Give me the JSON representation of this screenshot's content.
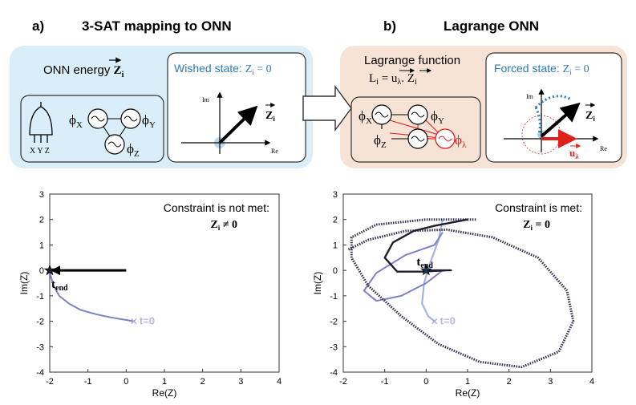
{
  "panels": {
    "a": {
      "letter": "a)",
      "title": "3-SAT mapping to ONN",
      "energy_label": "ONN energy ",
      "energy_symbol": "Z",
      "energy_sub": "i",
      "wished_label": "Wished state: ",
      "wished_eq": "Z",
      "wished_sub": "i",
      "wished_rhs": " = 0",
      "gate_inputs": "X Y Z",
      "phi_x": "ϕ",
      "phi_x_sub": "X",
      "phi_y": "ϕ",
      "phi_y_sub": "Y",
      "phi_z": "ϕ",
      "phi_z_sub": "Z",
      "phasor_im": "Im",
      "phasor_re": "Re",
      "phasor_z": "Z",
      "phasor_z_sub": "i"
    },
    "b": {
      "letter": "b)",
      "title": "Lagrange ONN",
      "lagrange_label": "Lagrange function",
      "lagrange_eq_l": "L",
      "lagrange_eq_l_sub": "i",
      "lagrange_eq_rest": " = ",
      "lagrange_u": "u",
      "lagrange_u_sub": "λ",
      "lagrange_dot": ". ",
      "lagrange_z": "Z",
      "lagrange_z_sub": "i",
      "forced_label": "Forced state: ",
      "forced_eq": "Z",
      "forced_sub": "i",
      "forced_rhs": " = 0",
      "phi_x": "ϕ",
      "phi_x_sub": "X",
      "phi_y": "ϕ",
      "phi_y_sub": "Y",
      "phi_z": "ϕ",
      "phi_z_sub": "Z",
      "phi_l": "ϕ",
      "phi_l_sub": "λ",
      "phasor_im": "Im",
      "phasor_re": "Re",
      "phasor_z": "Z",
      "phasor_z_sub": "i",
      "phasor_u": "u",
      "phasor_u_sub": "λ"
    }
  },
  "colors": {
    "panel_a_bg": "#d9eef8",
    "panel_b_bg": "#f6e3d5",
    "accent_blue": "#2a7ab8",
    "red": "#e0201b",
    "traj_light": "#a8aee8",
    "traj_mid": "#7c80c4",
    "traj_dark": "#2e2e4a"
  },
  "chart_data": [
    {
      "type": "line",
      "xlabel": "Re(Z)",
      "ylabel": "Im(Z)",
      "xlim": [
        -2,
        4
      ],
      "ylim": [
        -4,
        3
      ],
      "xticks": [
        "-2",
        "-1",
        "0",
        "1",
        "2",
        "3",
        "4"
      ],
      "yticks": [
        "3",
        "2",
        "1",
        "0",
        "-1",
        "-2",
        "-3",
        "-4"
      ],
      "annotation_line1": "Constraint is not met:",
      "annotation_line2_a": "Z",
      "annotation_line2_sub": "i",
      "annotation_line2_b": " ≠ 0",
      "t0_label": "t=0",
      "tend_label": "t",
      "tend_sub": "end",
      "series": [
        {
          "x": [
            0.2,
            0.0,
            -0.4,
            -0.8,
            -1.2,
            -1.5,
            -1.75,
            -1.9,
            -1.97,
            -2.0
          ],
          "y": [
            -2.0,
            -1.95,
            -1.85,
            -1.72,
            -1.55,
            -1.3,
            -1.0,
            -0.6,
            -0.25,
            0.0
          ]
        }
      ],
      "arrow": {
        "from": [
          0.0,
          0.0
        ],
        "to": [
          -1.95,
          0.0
        ]
      },
      "star": [
        -2.0,
        0.0
      ],
      "t0": [
        0.2,
        -2.0
      ]
    },
    {
      "type": "line",
      "xlabel": "Re(Z)",
      "ylabel": "Im(Z)",
      "xlim": [
        -2,
        4
      ],
      "ylim": [
        -4,
        3
      ],
      "xticks": [
        "-2",
        "-1",
        "0",
        "1",
        "2",
        "3",
        "4"
      ],
      "yticks": [
        "3",
        "2",
        "1",
        "0",
        "-1",
        "-2",
        "-3",
        "-4"
      ],
      "annotation_line1": "Constraint is met:",
      "annotation_line2_a": "Z",
      "annotation_line2_sub": "i",
      "annotation_line2_b": " = 0",
      "t0_label": "t=0",
      "tend_label": "t",
      "tend_sub": "end",
      "series": [
        {
          "x": [
            0.2,
            0.05,
            -0.1,
            -0.05,
            0.1,
            0.3,
            0.4
          ],
          "y": [
            -2.0,
            -1.8,
            -1.3,
            -0.5,
            0.3,
            1.2,
            2.0
          ]
        },
        {
          "x": [
            0.4,
            0.2,
            -0.5,
            -1.2,
            -1.5,
            -1.2,
            -0.6,
            0.0,
            0.4
          ],
          "y": [
            1.5,
            1.0,
            0.6,
            -0.1,
            -0.8,
            -1.2,
            -1.0,
            -0.5,
            0.0
          ]
        },
        {
          "x": [
            1.2,
            0.0,
            -1.2,
            -1.8,
            -1.8,
            -1.4,
            -0.6,
            0.3,
            1.3,
            2.3,
            3.2,
            3.55,
            3.4,
            2.7,
            1.6,
            0.5,
            -0.5,
            -1.4,
            -1.9
          ],
          "y": [
            2.0,
            2.0,
            1.8,
            1.3,
            0.5,
            -0.6,
            -1.8,
            -2.9,
            -3.6,
            -3.8,
            -3.2,
            -2.0,
            -0.8,
            0.5,
            1.3,
            1.6,
            1.55,
            1.2,
            0.8
          ]
        },
        {
          "x": [
            1.0,
            0.2,
            -0.3,
            -0.8,
            -1.0,
            -0.7,
            -0.1,
            0.5,
            0.6,
            0.2,
            0.0
          ],
          "y": [
            2.0,
            1.75,
            1.55,
            1.1,
            0.5,
            -0.05,
            -0.05,
            0.0,
            0.0,
            0.0,
            0.0
          ]
        }
      ],
      "star": [
        0.0,
        0.0
      ],
      "t0": [
        0.2,
        -2.0
      ]
    }
  ]
}
